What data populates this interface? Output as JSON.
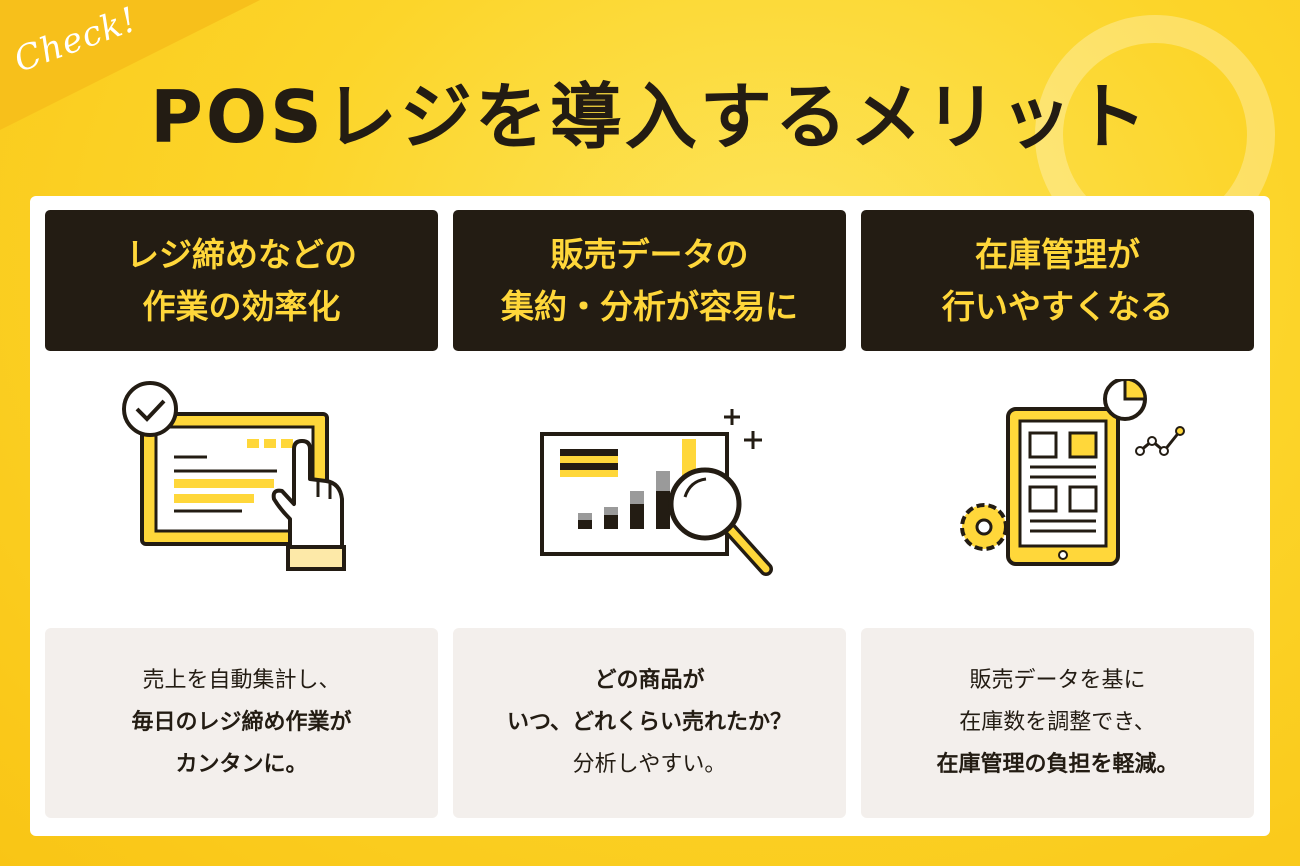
{
  "badge": "Check!",
  "title": "POSレジを導入するメリット",
  "cards": [
    {
      "head_line1": "レジ締めなどの",
      "head_line2": "作業の効率化",
      "icon": "checked-screen-hand-icon",
      "desc_line1": "売上を自動集計し、",
      "desc_line2": "毎日のレジ締め作業が",
      "desc_line3": "カンタンに。"
    },
    {
      "head_line1": "販売データの",
      "head_line2": "集約・分析が容易に",
      "icon": "chart-magnifier-icon",
      "desc_line1": "どの商品が",
      "desc_line2": "いつ、どれくらい売れたか？",
      "desc_line3": "分析しやすい。"
    },
    {
      "head_line1": "在庫管理が",
      "head_line2": "行いやすくなる",
      "icon": "tablet-inventory-icon",
      "desc_line1": "販売データを基に",
      "desc_line2": "在庫数を調整でき、",
      "desc_line3": "在庫管理の負担を軽減。"
    }
  ],
  "colors": {
    "accent": "#ffd73a",
    "dark": "#231c13",
    "light_gray": "#f3efec",
    "background": "#fcd52a"
  }
}
